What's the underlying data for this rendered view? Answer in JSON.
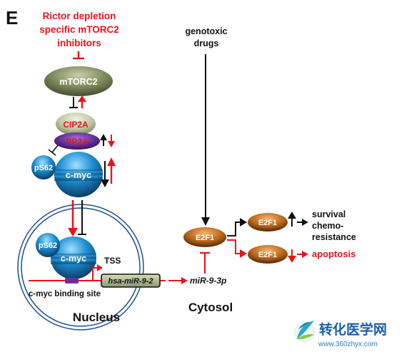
{
  "panel": {
    "letter": "E"
  },
  "inhibitor": {
    "line1": "Rictor depletion",
    "line2": "specific mTORC2",
    "line3": "inhibitors"
  },
  "genotoxic": {
    "line1": "genotoxic",
    "line2": "drugs"
  },
  "nodes": {
    "mtorc2": "mTORC2",
    "cip2a": "CIP2A",
    "pp2a": "PP2A",
    "ps62_top": "pS62",
    "cmyc_top": "c-myc",
    "ps62_nuc": "pS62",
    "cmyc_nuc": "c-myc",
    "e2f1_main": "E2F1",
    "e2f1_up": "E2F1",
    "e2f1_down": "E2F1"
  },
  "labels": {
    "tss": "TSS",
    "gene": "hsa-miR-9-2",
    "binding_site": "c-myc binding site",
    "nucleus": "Nucleus",
    "cytosol": "Cytosol",
    "mir": "miR-9-3p",
    "survival_line1": "survival",
    "survival_line2": "chemo-",
    "survival_line3": "resistance",
    "apoptosis": "apoptosis"
  },
  "watermark": {
    "cn": "转化医学网",
    "url": "www.360zhyx.com"
  },
  "colors": {
    "red": "#e8141a",
    "black": "#111111",
    "blue": "#1a86c8",
    "purple": "#5b2a8c",
    "olive": "#6d7a4c",
    "brown": "#c06a18"
  }
}
